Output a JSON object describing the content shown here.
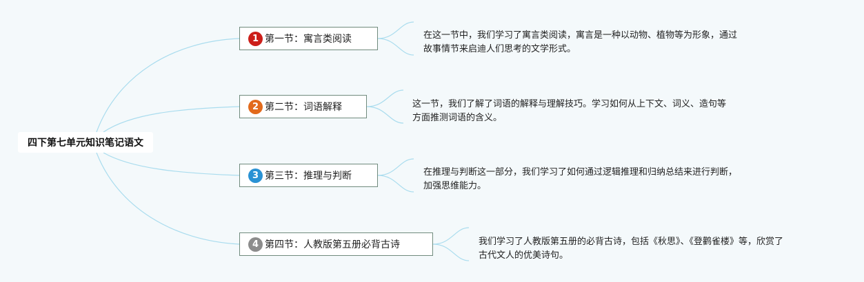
{
  "root": {
    "label": "四下第七单元知识笔记语文"
  },
  "sections": [
    {
      "number": "1",
      "badge_color": "#cc1f1a",
      "label": "第一节：寓言类阅读",
      "note": [
        "在这一节中，我们学习了寓言类阅读，寓言是一种以动物、植物等为形象，通过",
        "故事情节来启迪人们思考的文学形式。"
      ]
    },
    {
      "number": "2",
      "badge_color": "#e26a1c",
      "label": "第二节：词语解释",
      "note": [
        "这一节，我们了解了词语的解释与理解技巧。学习如何从上下文、词义、造句等",
        "方面推测词语的含义。"
      ]
    },
    {
      "number": "3",
      "badge_color": "#2a92d4",
      "label": "第三节：推理与判断",
      "note": [
        "在推理与判断这一部分，我们学习了如何通过逻辑推理和归纳总结来进行判断，",
        "加强思维能力。"
      ]
    },
    {
      "number": "4",
      "badge_color": "#8c8c8c",
      "label": "第四节：人教版第五册必背古诗",
      "note": [
        "我们学习了人教版第五册的必背古诗，包括《秋思》、《登鹳雀楼》等，欣赏了",
        "古代文人的优美诗句。"
      ]
    }
  ],
  "colors": {
    "connector": "#a9dcee",
    "node_border": "#6f8a7c",
    "background": "#f4f9fb"
  }
}
